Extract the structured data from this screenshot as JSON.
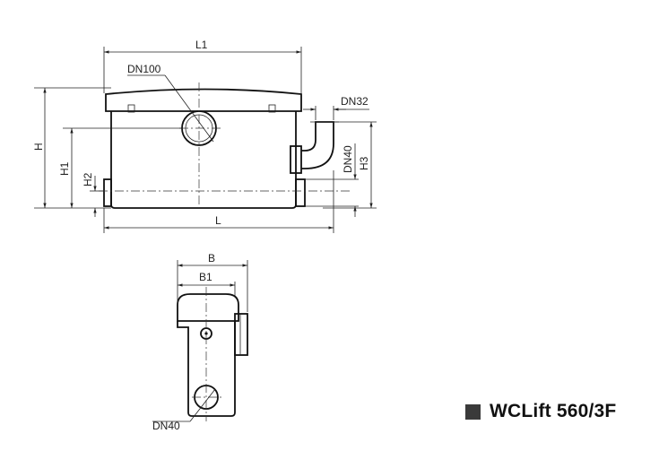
{
  "labels": {
    "L1": "L1",
    "DN100": "DN100",
    "DN32": "DN32",
    "H": "H",
    "H1": "H1",
    "H2": "H2",
    "DN40_side": "DN40",
    "H3": "H3",
    "L": "L",
    "B": "B",
    "B1": "B1",
    "DN40_front": "DN40"
  },
  "product": {
    "name": "WCLift 560/3F",
    "marker_color": "#3a3a3a"
  }
}
